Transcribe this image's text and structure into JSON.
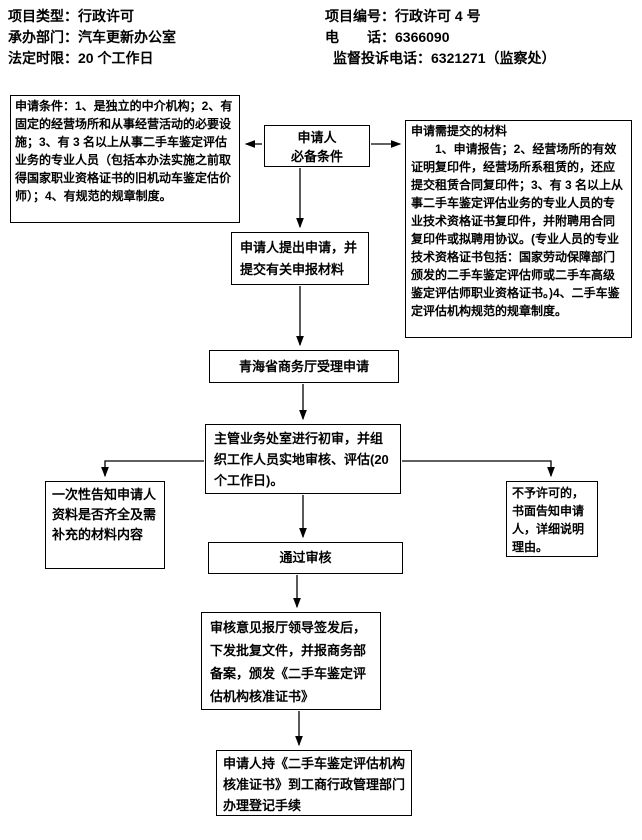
{
  "header": {
    "left": [
      "项目类型：行政许可",
      "承办部门：汽车更新办公室",
      "法定时限：20 个工作日"
    ],
    "right": [
      "项目编号：行政许可 4 号",
      "电　　话：6366090",
      "监督投诉电话：6321271（监察处）"
    ]
  },
  "flowchart": {
    "application_conditions": "申请条件：1、是独立的中介机构；2、有固定的经营场所和从事经营活动的必要设施；3、有 3 名以上从事二手车鉴定评估业务的专业人员（包括本办法实施之前取得国家职业资格证书的旧机动车鉴定估价师）；4、有规范的规章制度。",
    "applicant_requirements": "申请人\n必备条件",
    "required_materials": "申请需提交的材料\n　　1、申请报告；2、经营场所的有效证明复印件，经营场所系租赁的，还应提交租赁合同复印件；3、有 3 名以上从事二手车鉴定评估业务的专业人员的专业技术资格证书复印件，并附聘用合同复印件或拟聘用协议。(专业人员的专业技术资格证书包括：国家劳动保障部门颁发的二手车鉴定评估师或二手车高级鉴定评估师职业资格证书。)4、二手车鉴定评估机构规范的规章制度。",
    "submit_application": "申请人提出申请，并提交有关申报材料",
    "accept_application": "青海省商务厅受理申请",
    "initial_review": "主管业务处室进行初审，并组织工作人员实地审核、评估(20 个工作日)。",
    "notify_supplement": "一次性告知申请人资料是否齐全及需补充的材料内容",
    "rejection_notice": "不予许可的，书面告知申请人，详细说明理由。",
    "pass_review": "通过审核",
    "issue_certificate": "审核意见报厅领导签发后，下发批复文件，并报商务部备案，颁发《二手车鉴定评估机构核准证书》",
    "registration": "申请人持《二手车鉴定评估机构核准证书》到工商行政管理部门办理登记手续"
  }
}
